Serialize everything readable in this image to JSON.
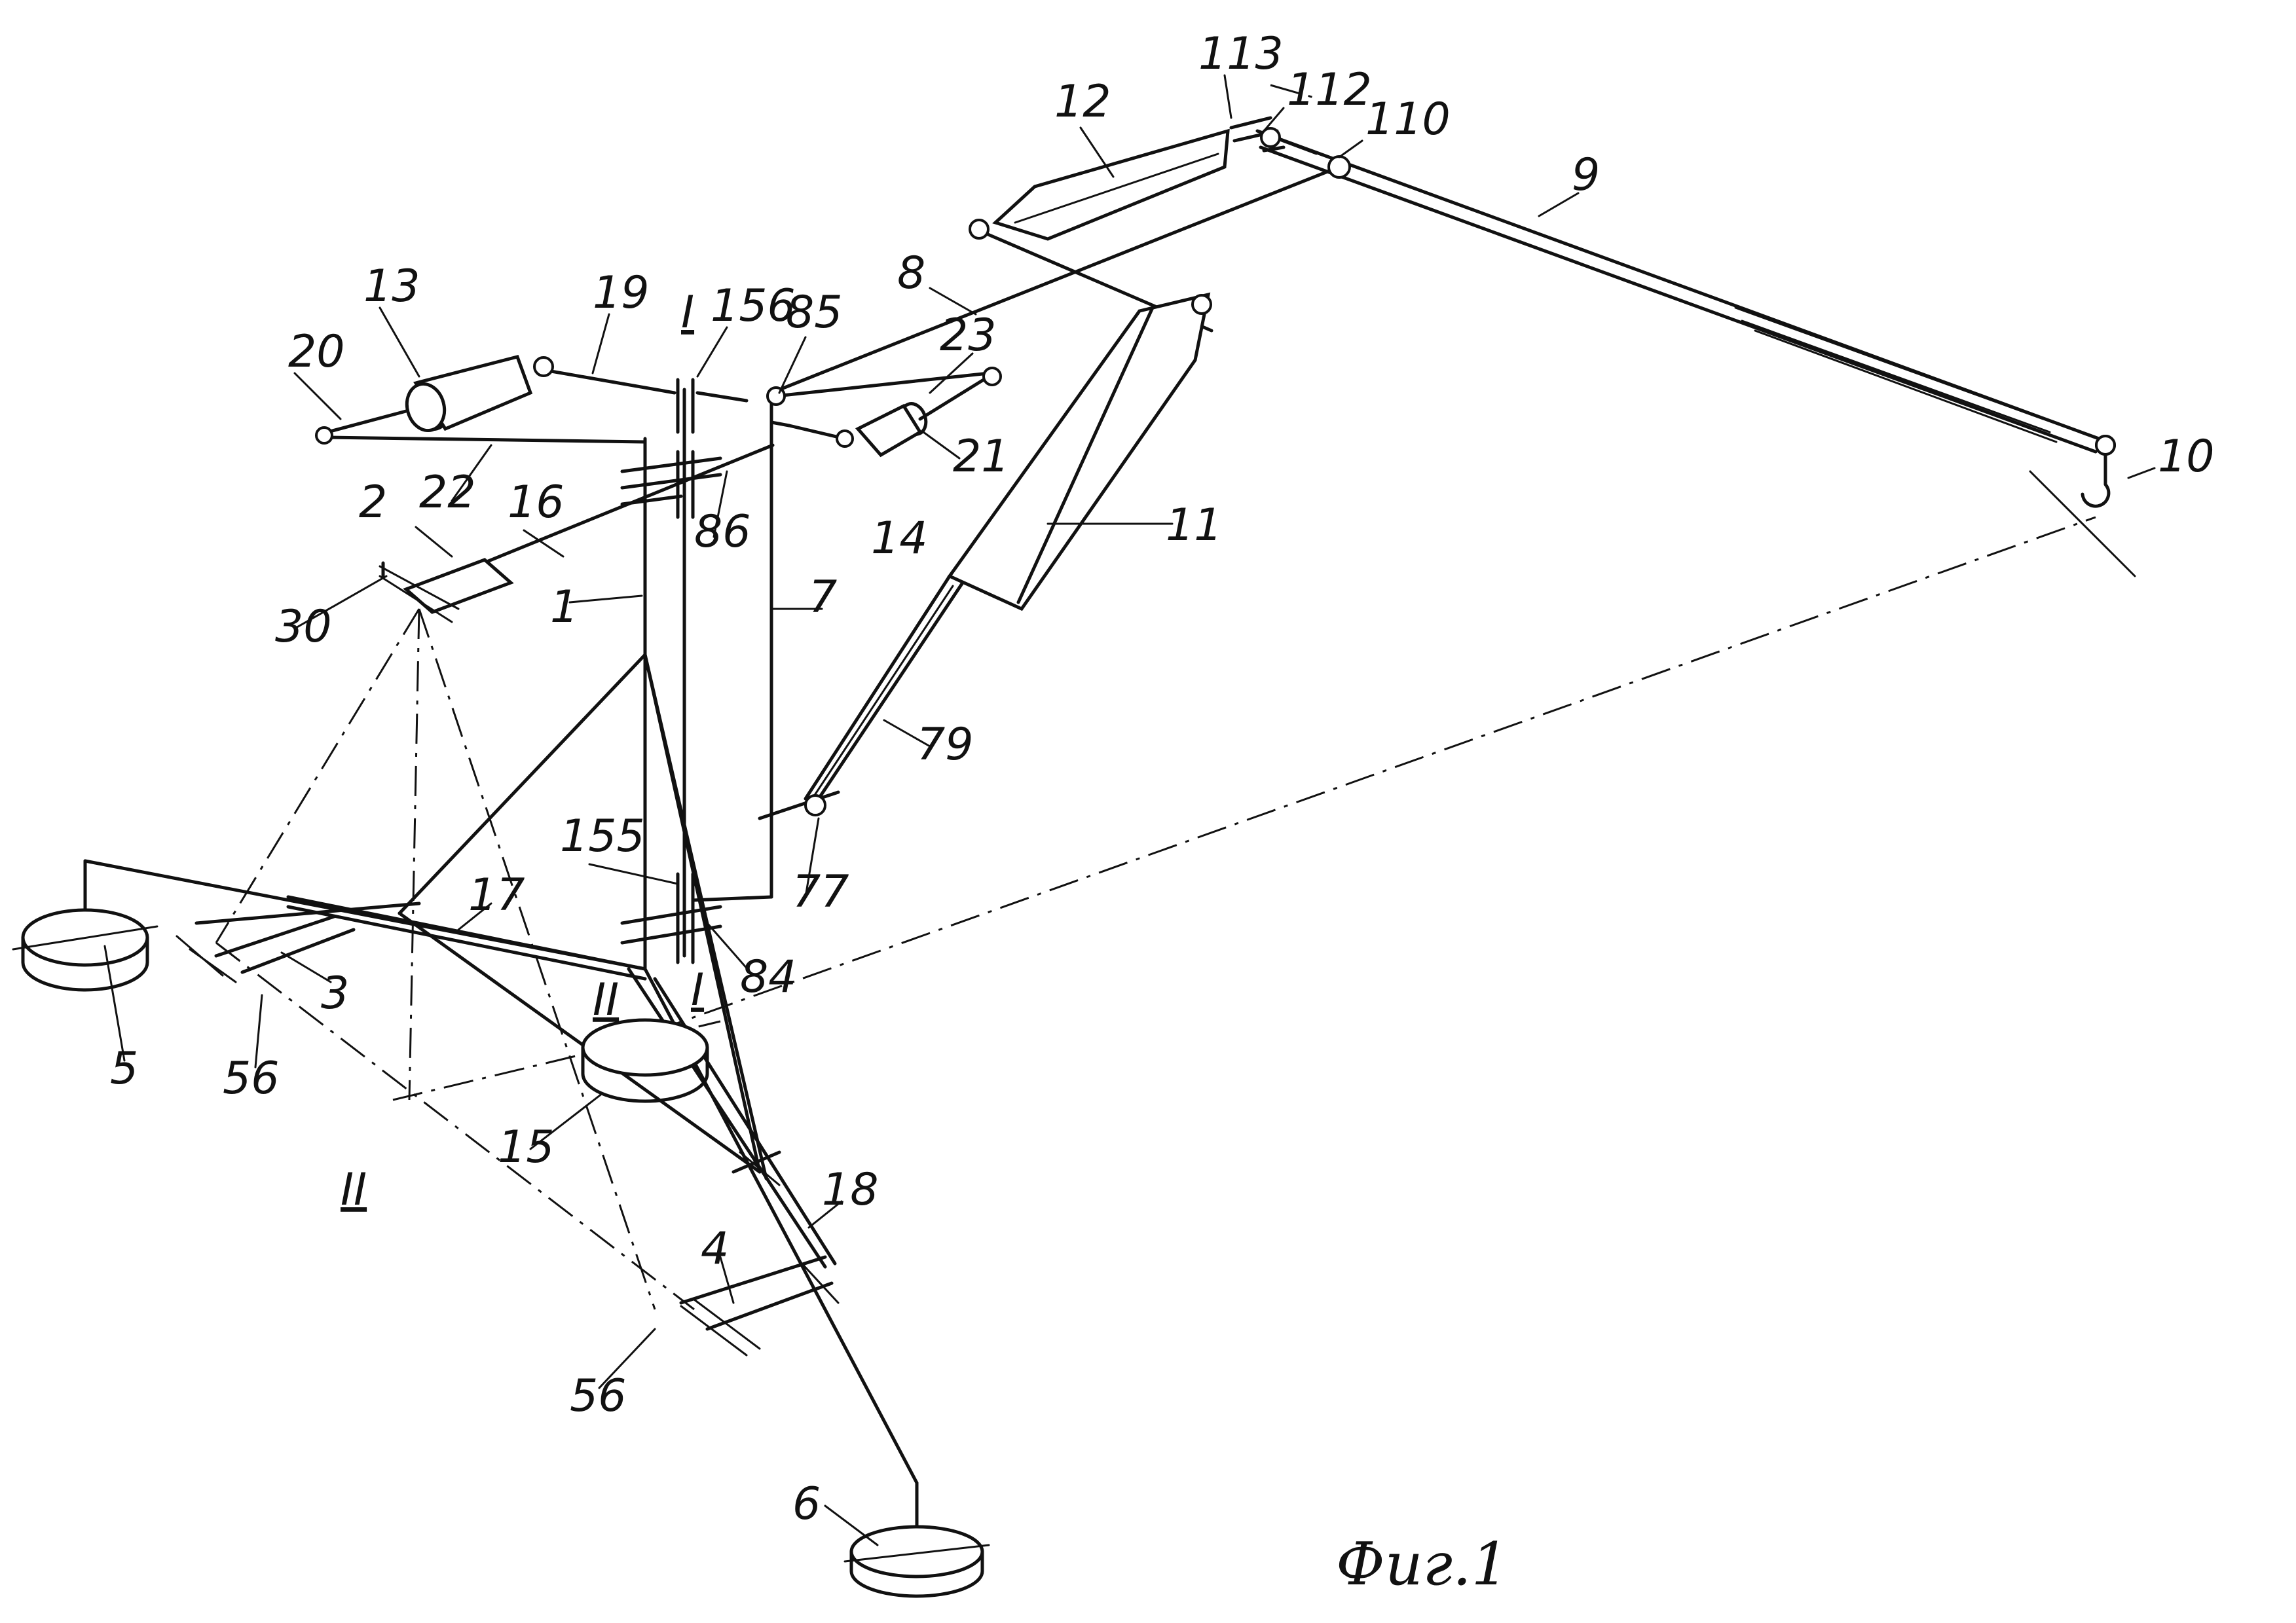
{
  "figure": {
    "caption": "Фиг.1",
    "labels": {
      "l1": "1",
      "l2": "2",
      "l3": "3",
      "l4": "4",
      "l5": "5",
      "l6": "6",
      "l7": "7",
      "l8": "8",
      "l9": "9",
      "l10": "10",
      "l11": "11",
      "l12": "12",
      "l13": "13",
      "l14": "14",
      "l15": "15",
      "l16": "16",
      "l17": "17",
      "l18": "18",
      "l19": "19",
      "l20": "20",
      "l21": "21",
      "l22": "22",
      "l23": "23",
      "l30": "30",
      "l56a": "56",
      "l56b": "56",
      "l77": "77",
      "l79": "79",
      "l84": "84",
      "l85": "85",
      "l86": "86",
      "l110": "110",
      "l112": "112",
      "l113": "113",
      "l155": "155",
      "l156": "156",
      "secI_top": "I",
      "secI_mid": "I",
      "secII_mid": "II",
      "secII_bot": "II"
    }
  }
}
